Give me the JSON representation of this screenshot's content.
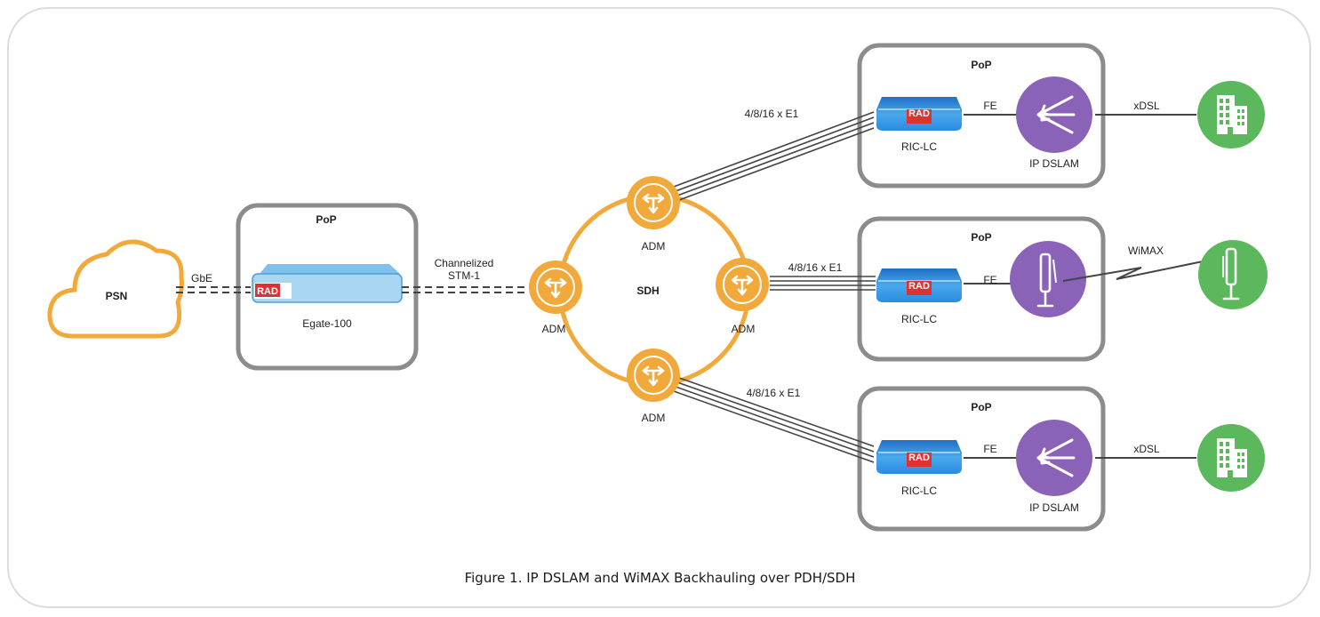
{
  "colors": {
    "accent_orange": "#f2a93b",
    "device_blue": "#2a8be0",
    "device_blue_light": "#a9d6f2",
    "dslam_purple": "#8a63b8",
    "customer_green": "#5cb85c",
    "rad_red": "#e03131",
    "box_gray": "#8c8c8c"
  },
  "diagram": {
    "psn": "PSN",
    "gbe": "GbE",
    "pop": "PoP",
    "rad": "RAD",
    "egate": "Egate-100",
    "channelized": "Channelized",
    "stm": "STM-1",
    "sdh": "SDH",
    "adm": "ADM",
    "e1": "4/8/16 x E1",
    "ric": "RIC-LC",
    "fe": "FE",
    "ipdslam": "IP DSLAM",
    "xdsl": "xDSL",
    "wimax": "WiMAX"
  },
  "icons": [
    "cloud-icon",
    "egate-device-icon",
    "adm-node-icon",
    "ric-lc-device-icon",
    "dslam-router-icon",
    "wimax-base-station-icon",
    "building-icon",
    "antenna-icon"
  ],
  "caption": "Figure 1.  IP DSLAM and WiMAX Backhauling over PDH/SDH"
}
